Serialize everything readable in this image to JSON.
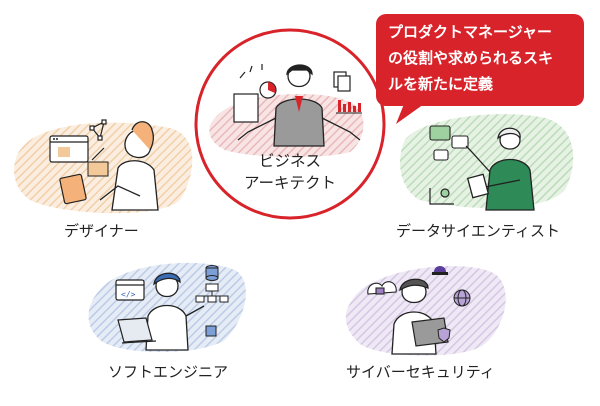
{
  "center_role": {
    "line1": "ビジネス",
    "line2": "アーキテクト"
  },
  "callout": {
    "line1": "プロダクトマネージャー",
    "line2": "の役割や求められるスキ",
    "line3": "ルを新たに定義"
  },
  "roles": {
    "designer": "デザイナー",
    "data_scientist": "データサイエンティスト",
    "software_engineer": "ソフトエンジニア",
    "cyber_security": "サイバーセキュリティ"
  },
  "colors": {
    "accent": "#d8232a",
    "designer_blob": "#f6d9b8",
    "architect_blob": "#eab8b8",
    "data_blob": "#c9e3c8",
    "software_blob": "#c4d3ea",
    "security_blob": "#d9cde6",
    "line": "#222222"
  }
}
